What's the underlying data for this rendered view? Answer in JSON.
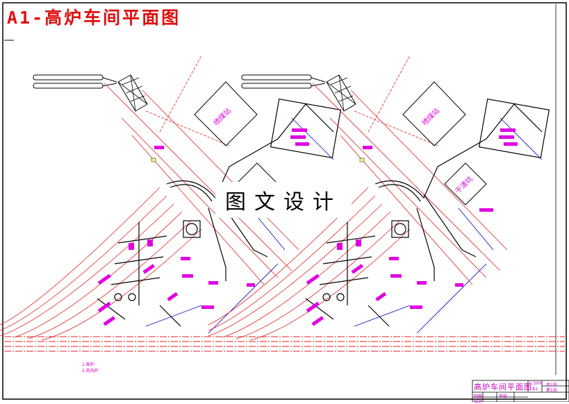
{
  "title": "A1-高炉车间平面图",
  "watermark": "图文设计",
  "labels": {
    "coal_station": "喷煤站",
    "slag_pit": "干渣坑"
  },
  "legend": [
    "1.高炉",
    "2.热风炉"
  ],
  "title_block": {
    "drawing_name": "高炉车间平面图",
    "scale": "1:500",
    "size": "A1",
    "sheets_total": "共1张",
    "sheet_no": "第1张",
    "drawn_by": "制图",
    "reviewed_by": "审核",
    "checked_by": "校对"
  },
  "colors": {
    "title": "#e01010",
    "annotation": "#e000e0",
    "rail": "#e02020",
    "line": "#000000"
  }
}
